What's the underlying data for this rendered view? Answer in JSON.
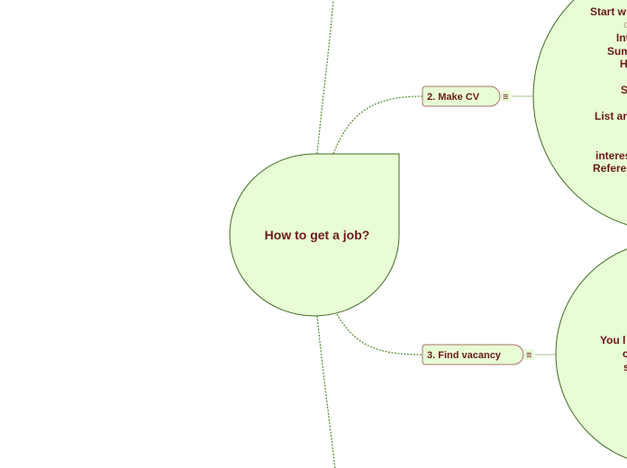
{
  "colors": {
    "node_fill": "#e8fdd6",
    "node_stroke": "#3f6b22",
    "text": "#6b1a1a",
    "connector": "#4f8a2a"
  },
  "central": {
    "label": "How to get a job?"
  },
  "branches": [
    {
      "label": "2. Make CV",
      "notes_icon": "menu-lines-icon",
      "notes_glyph": "≡",
      "note_lines": [
        "Start w",
        "c",
        "Int",
        "Sum",
        "H",
        "S",
        "List ar",
        "interes",
        "Refere"
      ]
    },
    {
      "label": "3. Find vacancy",
      "notes_icon": "menu-lines-icon",
      "notes_glyph": "≡",
      "note_lines": [
        "You l",
        "c",
        "s"
      ]
    }
  ]
}
